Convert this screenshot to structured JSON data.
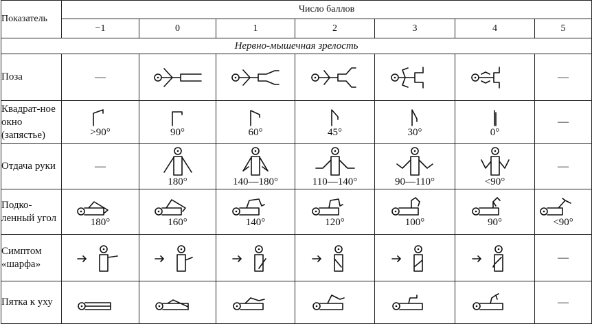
{
  "header": {
    "indicator": "Показатель",
    "score_title": "Число баллов",
    "scores": [
      "−1",
      "0",
      "1",
      "2",
      "3",
      "4",
      "5"
    ]
  },
  "section_title": "Нервно-мышечная зрелость",
  "rows": [
    {
      "label": "Поза",
      "cells": [
        {
          "text": "—"
        },
        {
          "icon": "posture-0-icon"
        },
        {
          "icon": "posture-1-icon"
        },
        {
          "icon": "posture-2-icon"
        },
        {
          "icon": "posture-3-icon"
        },
        {
          "icon": "posture-4-icon"
        },
        {
          "text": "—"
        }
      ]
    },
    {
      "label": "Квадрат-ное окно (запястье)",
      "cells": [
        {
          "icon": "square-window-icon",
          "value": ">90°"
        },
        {
          "icon": "square-window-icon",
          "value": "90°"
        },
        {
          "icon": "square-window-icon",
          "value": "60°"
        },
        {
          "icon": "square-window-icon",
          "value": "45°"
        },
        {
          "icon": "square-window-icon",
          "value": "30°"
        },
        {
          "icon": "square-window-icon",
          "value": "0°"
        },
        {
          "text": "—"
        }
      ]
    },
    {
      "label": "Отдача руки",
      "cells": [
        {
          "text": "—"
        },
        {
          "icon": "arm-recoil-icon",
          "value": "180°"
        },
        {
          "icon": "arm-recoil-icon",
          "value": "140—180°"
        },
        {
          "icon": "arm-recoil-icon",
          "value": "110—140°"
        },
        {
          "icon": "arm-recoil-icon",
          "value": "90—110°"
        },
        {
          "icon": "arm-recoil-icon",
          "value": "<90°"
        },
        {
          "text": "—"
        }
      ]
    },
    {
      "label": "Подко-ленный угол",
      "cells": [
        {
          "icon": "popliteal-angle-icon",
          "value": "180°"
        },
        {
          "icon": "popliteal-angle-icon",
          "value": "160°"
        },
        {
          "icon": "popliteal-angle-icon",
          "value": "140°"
        },
        {
          "icon": "popliteal-angle-icon",
          "value": "120°"
        },
        {
          "icon": "popliteal-angle-icon",
          "value": "100°"
        },
        {
          "icon": "popliteal-angle-icon",
          "value": "90°"
        },
        {
          "icon": "popliteal-angle-icon",
          "value": "<90°"
        }
      ]
    },
    {
      "label": "Симптом «шарфа»",
      "cells": [
        {
          "icon": "scarf-sign-icon"
        },
        {
          "icon": "scarf-sign-icon"
        },
        {
          "icon": "scarf-sign-icon"
        },
        {
          "icon": "scarf-sign-icon"
        },
        {
          "icon": "scarf-sign-icon"
        },
        {
          "icon": "scarf-sign-icon"
        },
        {
          "text": "—"
        }
      ]
    },
    {
      "label": "Пятка к уху",
      "cells": [
        {
          "icon": "heel-to-ear-icon"
        },
        {
          "icon": "heel-to-ear-icon"
        },
        {
          "icon": "heel-to-ear-icon"
        },
        {
          "icon": "heel-to-ear-icon"
        },
        {
          "icon": "heel-to-ear-icon"
        },
        {
          "icon": "heel-to-ear-icon"
        },
        {
          "text": "—"
        }
      ]
    }
  ]
}
